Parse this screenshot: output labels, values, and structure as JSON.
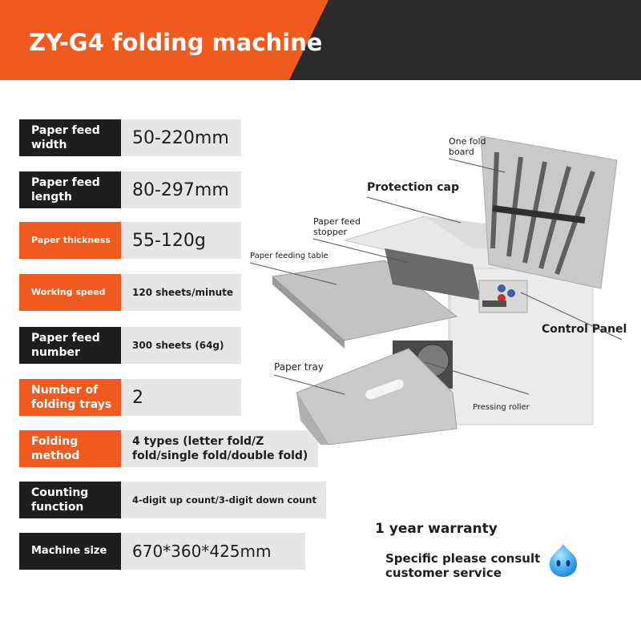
{
  "header": {
    "title": "ZY-G4 folding machine"
  },
  "specs": [
    {
      "label": "Paper feed width",
      "value": "50-220mm"
    },
    {
      "label": "Paper feed length",
      "value": "80-297mm"
    },
    {
      "label": "Paper thickness",
      "value": "55-120g"
    },
    {
      "label": "Working speed",
      "value": "120 sheets/minute"
    },
    {
      "label": "Paper feed number",
      "value": "300 sheets (64g)"
    },
    {
      "label": "Number of folding trays",
      "value": "2"
    },
    {
      "label": "Folding method",
      "value": "4 types (letter fold/Z fold/single fold/double fold)"
    },
    {
      "label": "Counting function",
      "value": "4-digit up count/3-digit down count"
    },
    {
      "label": "Machine size",
      "value": "670*360*425mm"
    }
  ],
  "callouts": {
    "one_fold_board": "One fold board",
    "protection_cap": "Protection cap",
    "paper_feed_stopper": "Paper feed stopper",
    "paper_feeding_table": "Paper feeding table",
    "control_panel": "Control Panel",
    "paper_tray": "Paper tray",
    "pressing_roller": "Pressing roller"
  },
  "footer": {
    "warranty": "1 year warranty",
    "consult": "Specific please consult customer service"
  },
  "colors": {
    "accent": "#f05a1e",
    "dark": "#1e1e1e",
    "value_bg": "#e6e6e6"
  },
  "icons": {
    "service": "customer-service-mascot-icon"
  }
}
